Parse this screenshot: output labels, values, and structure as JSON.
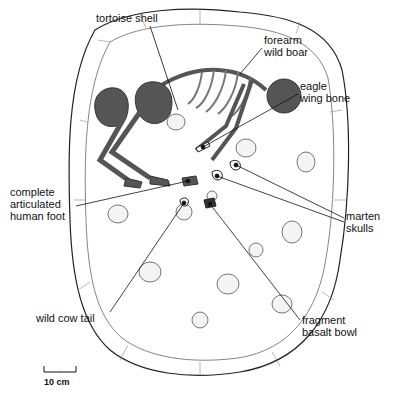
{
  "diagram": {
    "labels": [
      "tortoise shell",
      "forearm wild boar",
      "eagle wing bone",
      "complete articulated human foot",
      "marten skulls",
      "wild cow tail",
      "fragment basalt bowl",
      "10 cm"
    ]
  }
}
